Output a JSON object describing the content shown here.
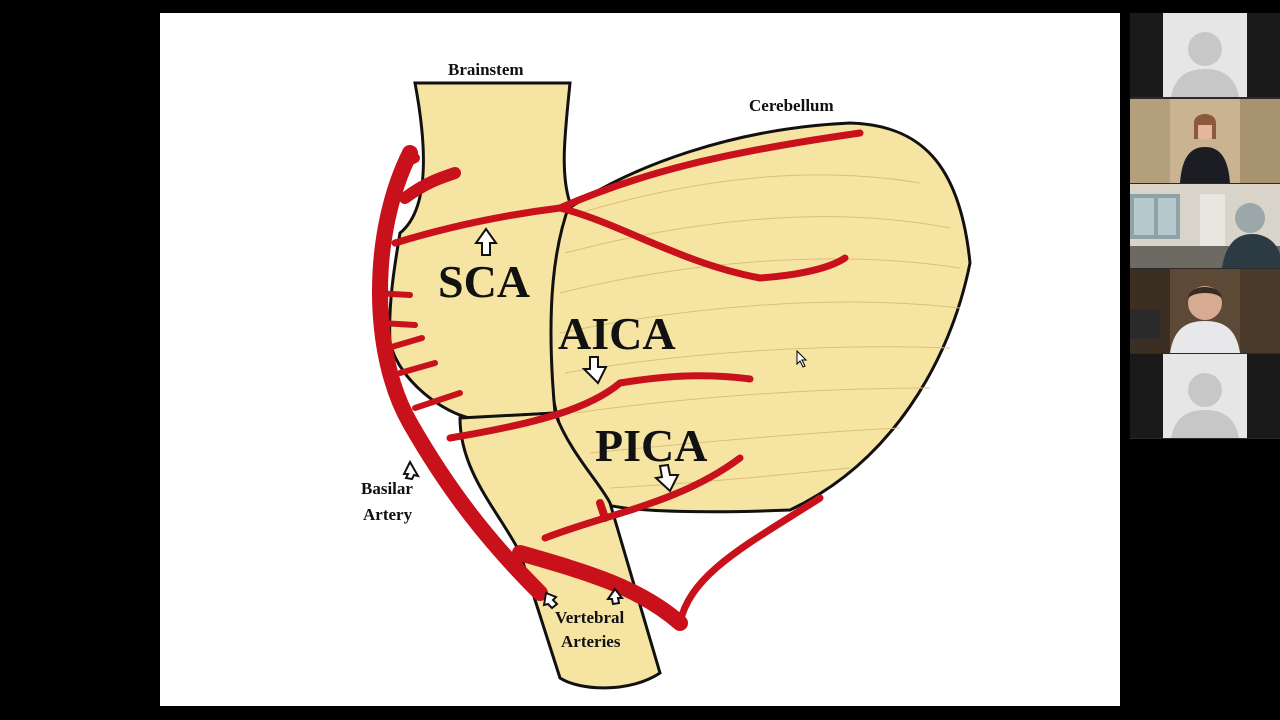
{
  "slide": {
    "labels": {
      "brainstem": "Brainstem",
      "cerebellum": "Cerebellum",
      "sca": "SCA",
      "aica": "AICA",
      "pica": "PICA",
      "basilar_line1": "Basilar",
      "basilar_line2": "Artery",
      "vertebral_line1": "Vertebral",
      "vertebral_line2": "Arteries"
    },
    "colors": {
      "artery": "#c8111a",
      "tissue": "#f6e4a3",
      "outline": "#111111",
      "background": "#ffffff"
    }
  },
  "gallery": {
    "participants": [
      {
        "type": "placeholder",
        "icon": "avatar-placeholder-icon"
      },
      {
        "type": "video",
        "icon": "participant-video"
      },
      {
        "type": "video",
        "icon": "participant-video"
      },
      {
        "type": "video",
        "icon": "participant-video"
      },
      {
        "type": "placeholder",
        "icon": "avatar-placeholder-icon"
      }
    ]
  }
}
